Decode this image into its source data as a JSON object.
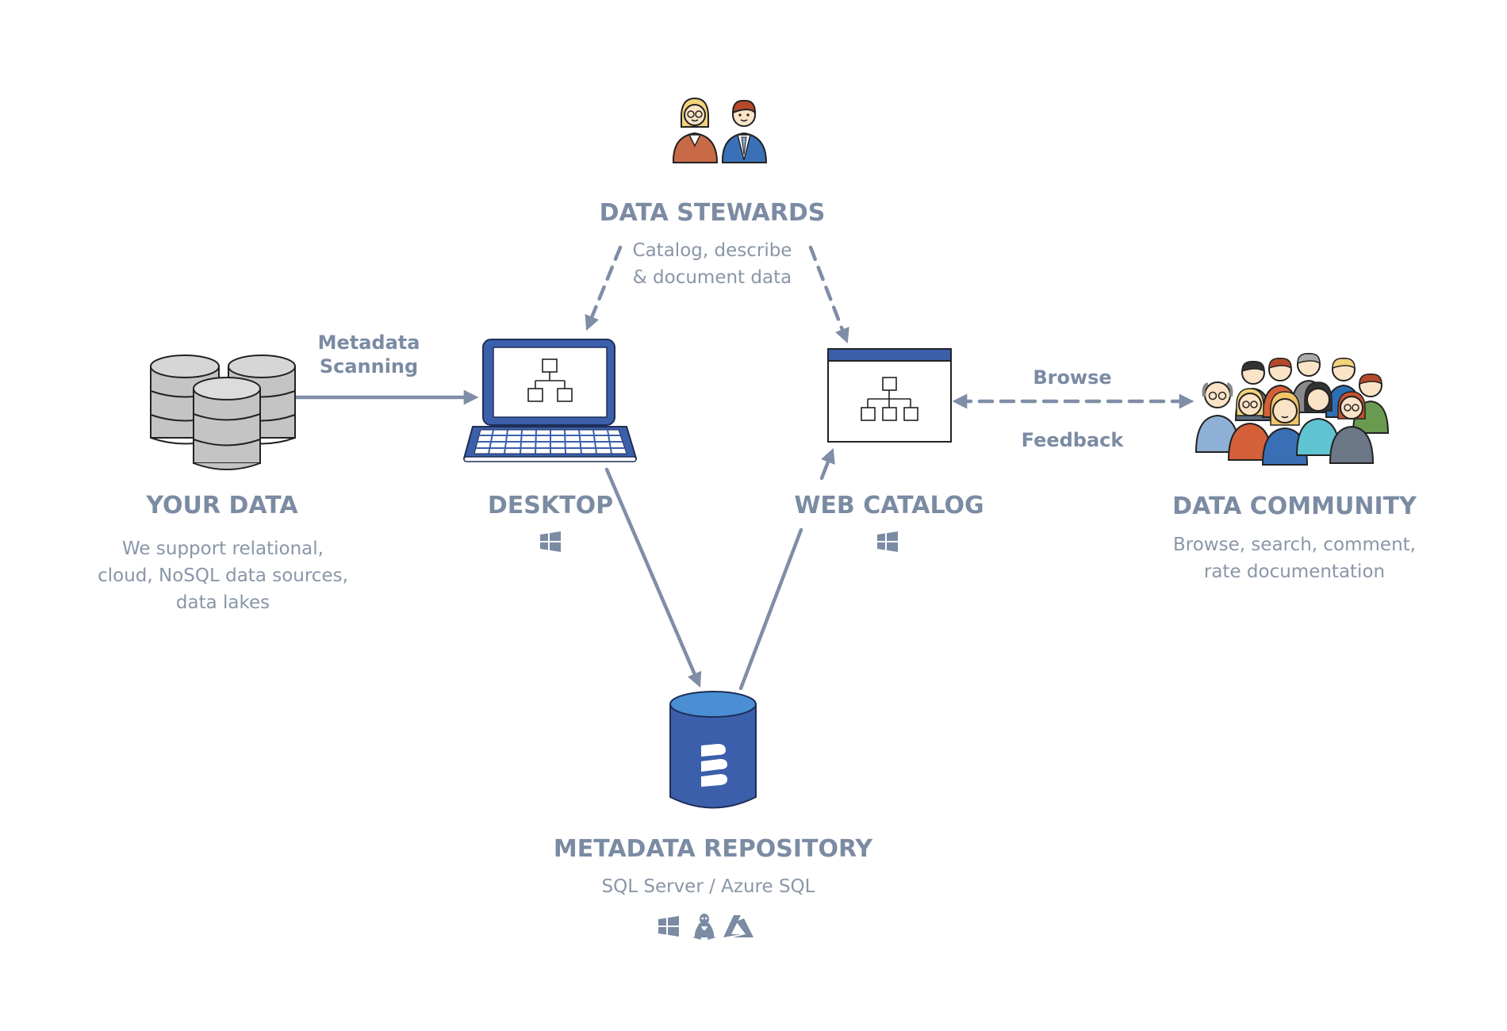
{
  "colors": {
    "accent_blue": "#3b5fab",
    "arrow_gray": "#7f8ea6",
    "title_gray": "#7b8ba3",
    "text_gray": "#8a96a8",
    "db_gray": "#c4c4c4"
  },
  "nodes": {
    "data_stewards": {
      "title": "DATA STEWARDS",
      "desc_line1": "Catalog, describe",
      "desc_line2": "& document data",
      "icon": "two-people-icon"
    },
    "your_data": {
      "title": "YOUR DATA",
      "desc_line1": "We support relational,",
      "desc_line2": "cloud, NoSQL data sources,",
      "desc_line3": "data lakes",
      "icon": "database-stack-icon"
    },
    "desktop": {
      "title": "DESKTOP",
      "icon": "laptop-icon",
      "platform_icon": "windows-icon"
    },
    "web_catalog": {
      "title": "WEB CATALOG",
      "icon": "browser-window-icon",
      "platform_icon": "windows-icon"
    },
    "data_community": {
      "title": "DATA COMMUNITY",
      "desc_line1": "Browse, search, comment,",
      "desc_line2": "rate documentation",
      "icon": "crowd-icon"
    },
    "metadata_repository": {
      "title": "METADATA REPOSITORY",
      "desc_line1": "SQL Server / Azure SQL",
      "icon": "repository-cylinder-icon",
      "platform_icons": [
        "windows-icon",
        "linux-icon",
        "azure-icon"
      ]
    }
  },
  "edges": {
    "metadata_scanning": {
      "line1": "Metadata",
      "line2": "Scanning"
    },
    "browse": "Browse",
    "feedback": "Feedback"
  }
}
